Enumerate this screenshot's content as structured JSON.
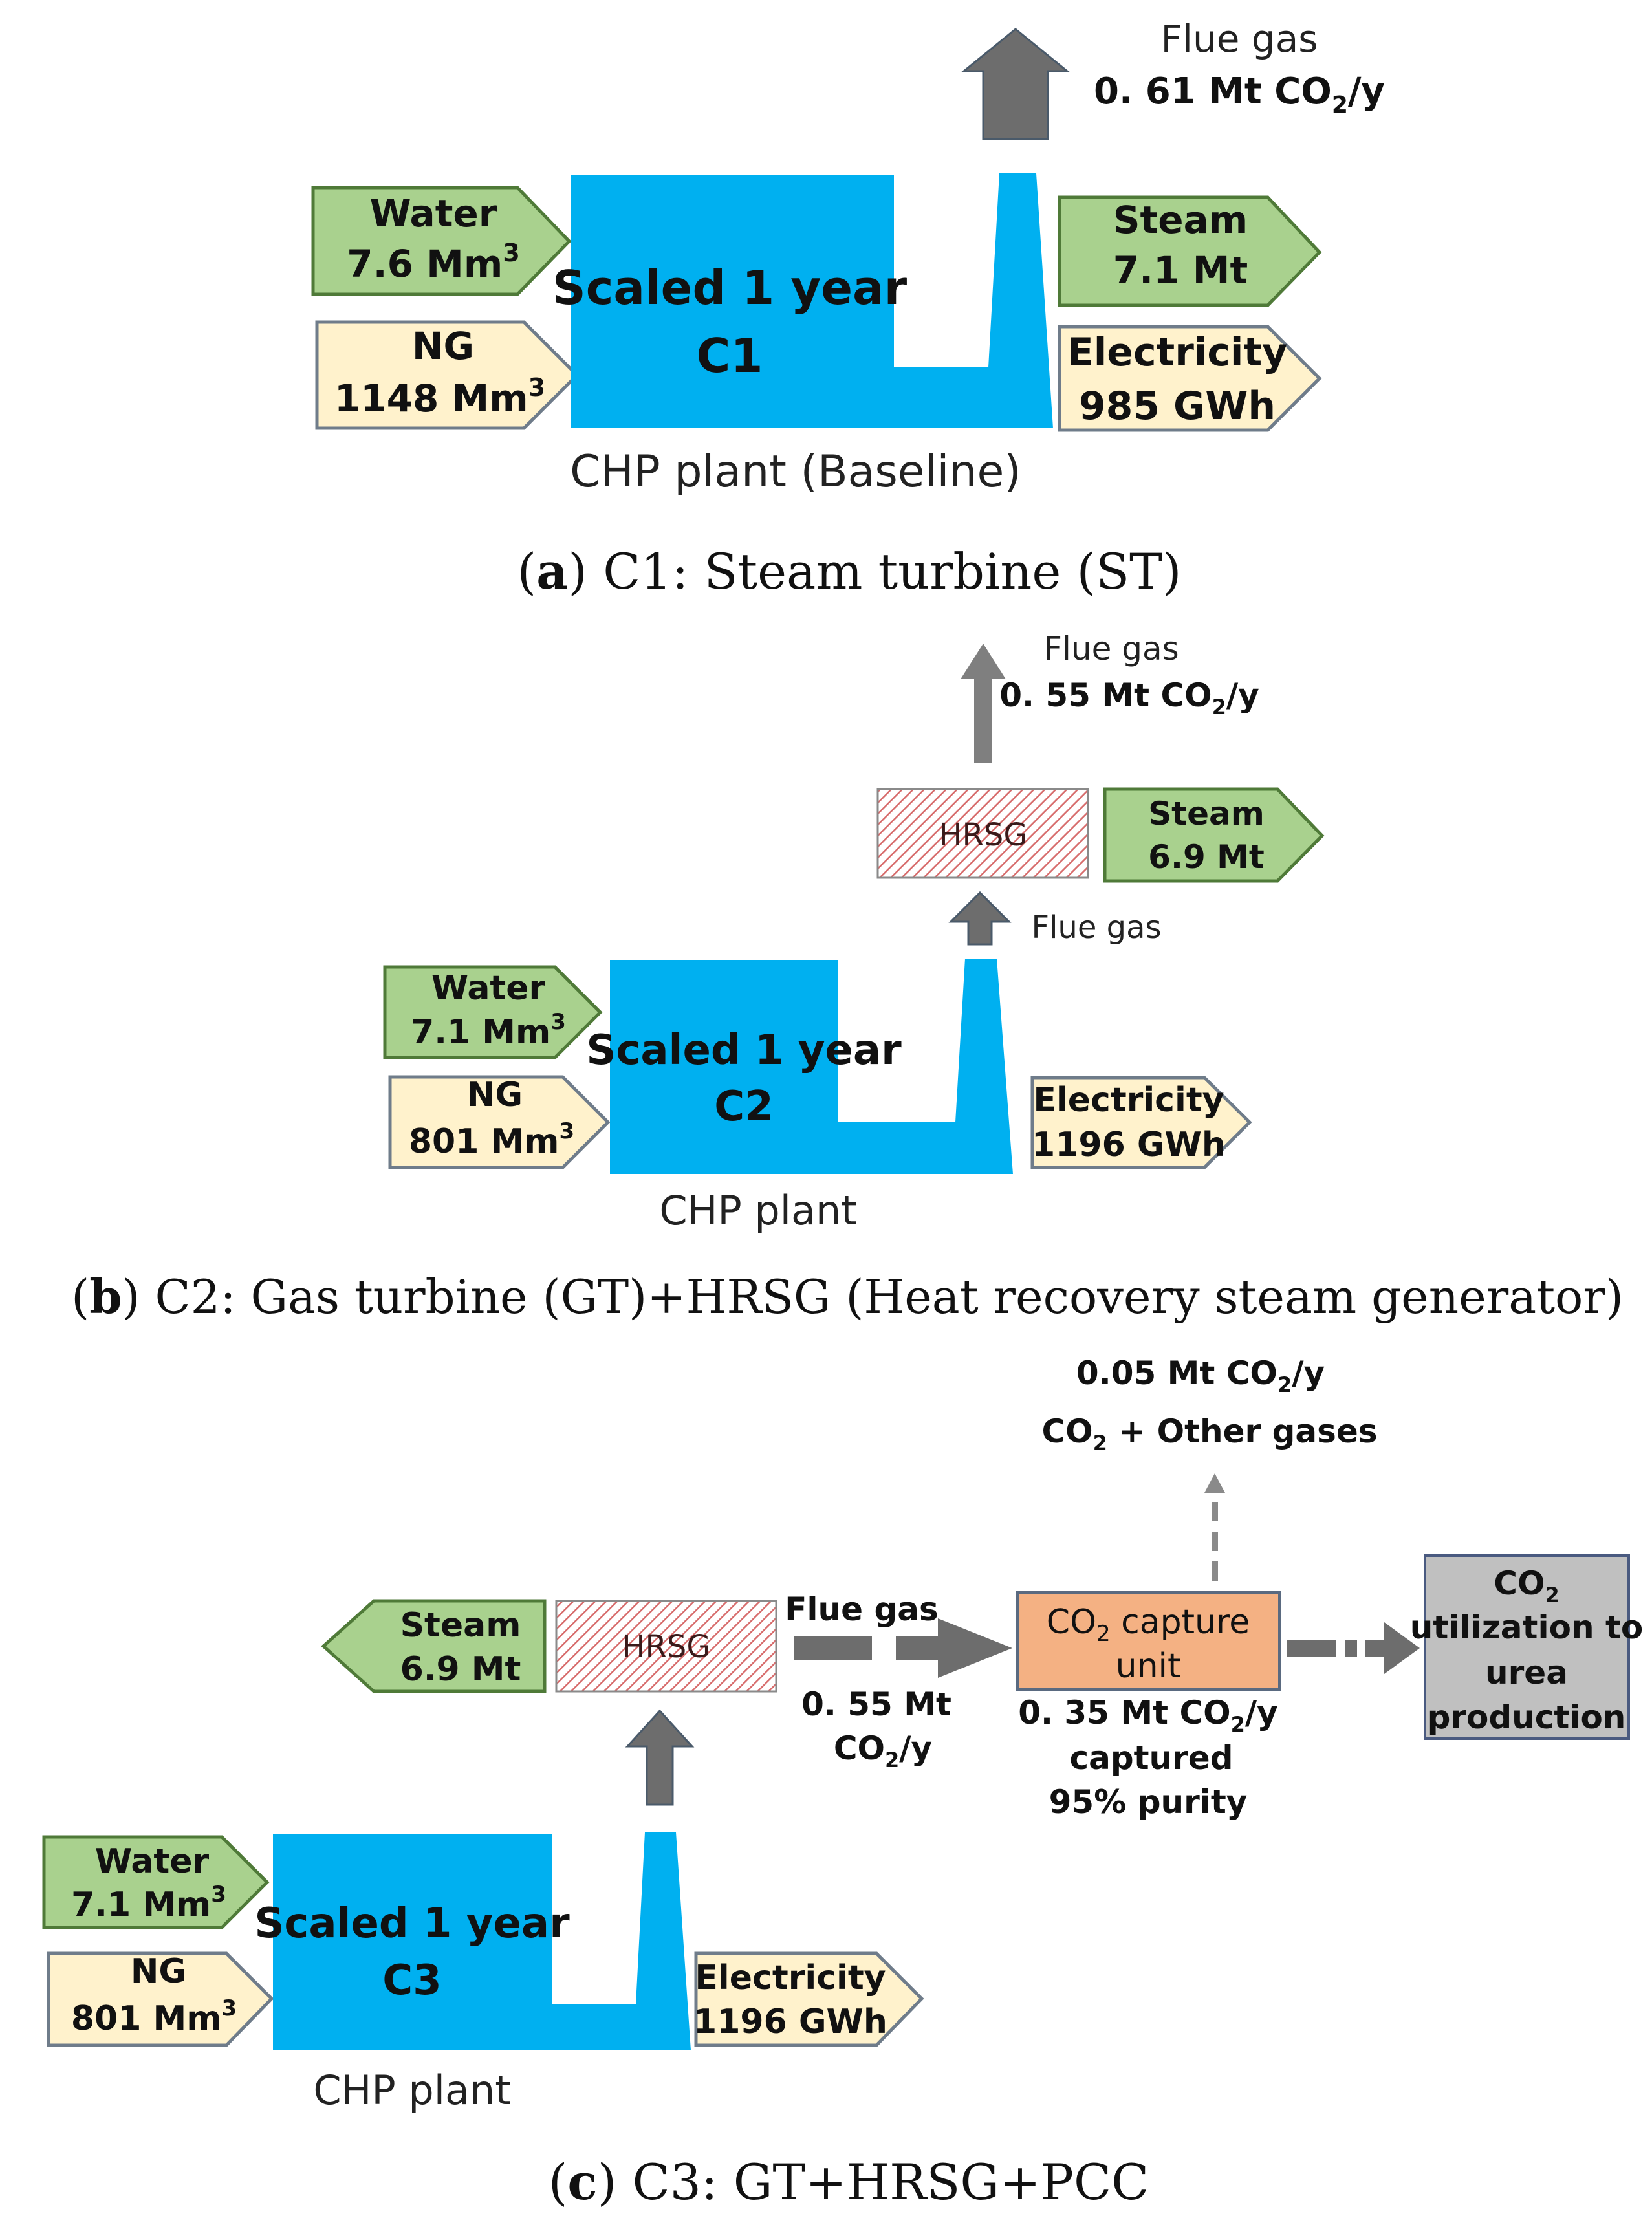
{
  "colors": {
    "plant": "#00b0f0",
    "green_fill": "#a9d18e",
    "green_stroke": "#4f7a38",
    "cream_fill": "#fff2cc",
    "cream_stroke": "#6f7c8a",
    "arrow": "#6d6d6d",
    "hrsg_hatch": "#d76c6c",
    "capture_fill": "#f4b183",
    "urea_fill": "#c0c0c0"
  },
  "a": {
    "flue_gas_label": "Flue gas",
    "flue_gas_value_pre": "0. 61 Mt CO",
    "flue_gas_value_sub": "2",
    "flue_gas_value_post": "/y",
    "water_label": "Water",
    "water_value": "7.6 Mm",
    "water_sup": "3",
    "ng_label": "NG",
    "ng_value": "1148 Mm",
    "ng_sup": "3",
    "plant_line1": "Scaled 1 year",
    "plant_line2": "C1",
    "steam_label": "Steam",
    "steam_value": "7.1 Mt",
    "elec_label": "Electricity",
    "elec_value": "985 GWh",
    "plant_caption": "CHP plant (Baseline)",
    "caption_letter": "a",
    "caption_text": " C1: Steam turbine (ST)"
  },
  "b": {
    "flue_gas_label": "Flue gas",
    "flue_gas_value_pre": "0. 55 Mt CO",
    "flue_gas_value_sub": "2",
    "flue_gas_value_post": "/y",
    "hrsg_label": "HRSG",
    "steam_label": "Steam",
    "steam_value": "6.9 Mt",
    "flue_gas_inner": "Flue gas",
    "water_label": "Water",
    "water_value": "7.1 Mm",
    "water_sup": "3",
    "ng_label": "NG",
    "ng_value": "801 Mm",
    "ng_sup": "3",
    "plant_line1": "Scaled 1 year",
    "plant_line2": "C2",
    "elec_label": "Electricity",
    "elec_value": "1196 GWh",
    "plant_caption": "CHP plant",
    "caption_letter": "b",
    "caption_text": " C2: Gas turbine (GT)+HRSG (Heat recovery steam generator)"
  },
  "c": {
    "vent_value_pre": "0.05 Mt CO",
    "vent_value_sub": "2",
    "vent_value_post": "/y",
    "vent_gases_pre": "CO",
    "vent_gases_sub": "2",
    "vent_gases_post": " + Other gases",
    "steam_label": "Steam",
    "steam_value": "6.9 Mt",
    "hrsg_label": "HRSG",
    "flue_gas_label": "Flue gas",
    "flue_gas_value_1": "0. 55 Mt",
    "flue_gas_value_2_pre": "CO",
    "flue_gas_value_2_sub": "2",
    "flue_gas_value_2_post": "/y",
    "capture_line1_pre": "CO",
    "capture_line1_sub": "2",
    "capture_line1_post": " capture",
    "capture_line2": "unit",
    "captured_line1_pre": "0. 35 Mt CO",
    "captured_line1_sub": "2",
    "captured_line1_post": "/y",
    "captured_line2": "captured",
    "captured_line3": "95% purity",
    "urea_line1_pre": "CO",
    "urea_line1_sub": "2",
    "urea_line2": "utilization to",
    "urea_line3": "urea",
    "urea_line4": "production",
    "water_label": "Water",
    "water_value": "7.1 Mm",
    "water_sup": "3",
    "ng_label": "NG",
    "ng_value": "801 Mm",
    "ng_sup": "3",
    "plant_line1": "Scaled 1 year",
    "plant_line2": "C3",
    "elec_label": "Electricity",
    "elec_value": "1196 GWh",
    "plant_caption": "CHP plant",
    "caption_letter": "c",
    "caption_text": " C3: GT+HRSG+PCC"
  }
}
